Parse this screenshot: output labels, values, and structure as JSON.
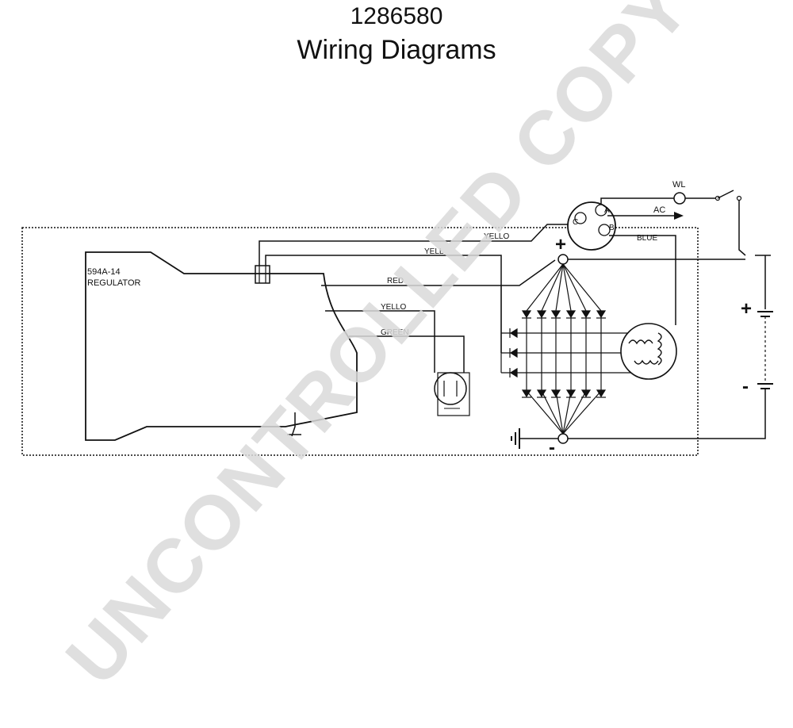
{
  "header": {
    "part_number": "1286580",
    "title": "Wiring Diagrams"
  },
  "diagram": {
    "regulator_label_line1": "594A-14",
    "regulator_label_line2": "REGULATOR",
    "wires": {
      "yellow_top": "YELLO",
      "yellow_mid": "YELL",
      "red": "RED",
      "yellow_low": "YELLO",
      "green": "GREEN",
      "blue": "BLUE"
    },
    "terminals": {
      "a": "A",
      "b": "B",
      "c": "C",
      "ac": "AC",
      "wl": "WL",
      "positive": "+",
      "negative": "-"
    },
    "battery": {
      "positive": "+",
      "negative": "-"
    }
  },
  "watermark": "UNCONTROLLED COPY",
  "colors": {
    "line": "#111111",
    "watermark": "#d9d9d9"
  }
}
